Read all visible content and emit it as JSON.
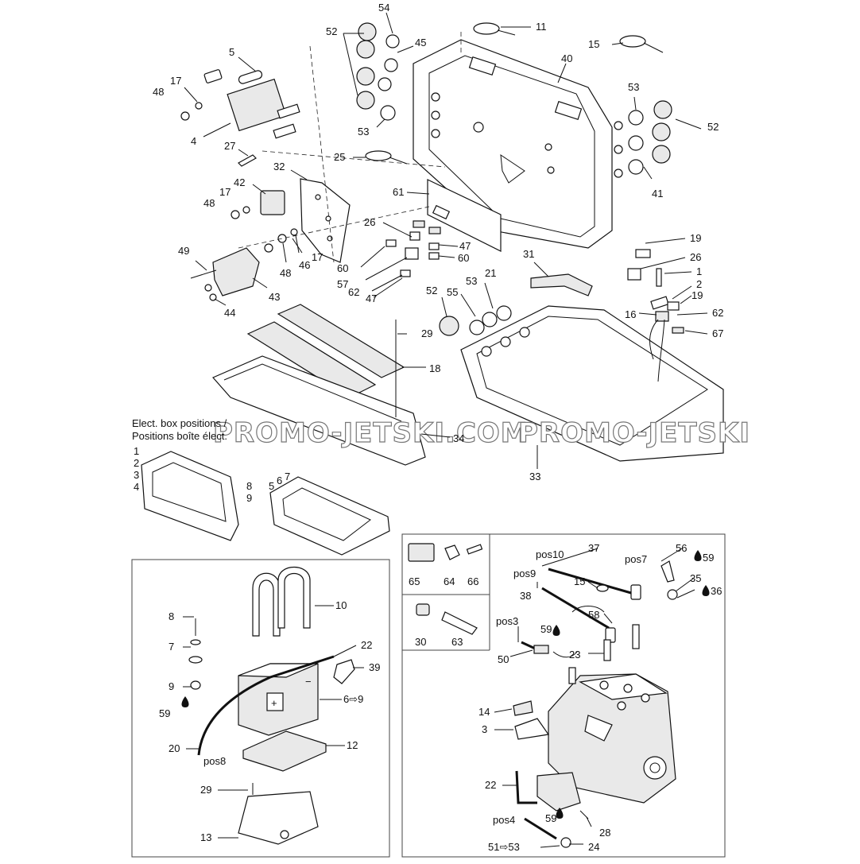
{
  "watermark": {
    "left": "PROMO-JETSKI.COM",
    "right": "PROMO-JETSKI"
  },
  "positions_caption": {
    "line1": "Elect. box positions /",
    "line2": "Positions boîte élect."
  },
  "position_numbers": {
    "left": [
      "1",
      "2",
      "3",
      "4"
    ],
    "right_box": [
      "8",
      "9"
    ],
    "tray": [
      "5",
      "6",
      "7"
    ]
  },
  "callouts": {
    "c5": "5",
    "c17a": "17",
    "c48a": "48",
    "c4": "4",
    "c27": "27",
    "c52a": "52",
    "c54": "54",
    "c45": "45",
    "c53a": "53",
    "c11": "11",
    "c15a": "15",
    "c40": "40",
    "c53b": "53",
    "c52b": "52",
    "c41": "41",
    "c25": "25",
    "c32": "32",
    "c42": "42",
    "c17b": "17",
    "c48b": "48",
    "c61": "61",
    "c26a": "26",
    "c47a": "47",
    "c60a": "60",
    "c60b": "60",
    "c57": "57",
    "c62a": "62",
    "c47b": "47",
    "c49": "49",
    "c43": "43",
    "c44": "44",
    "c46": "46",
    "c48c": "48",
    "c17c": "17",
    "c31": "31",
    "c52c": "52",
    "c55": "55",
    "c53c": "53",
    "c21": "21",
    "c19a": "19",
    "c26b": "26",
    "c1": "1",
    "c2": "2",
    "c19b": "19",
    "c16": "16",
    "c62b": "62",
    "c67": "67",
    "c29a": "29",
    "c18": "18",
    "c34": "34",
    "c33": "33",
    "c10": "10",
    "c8": "8",
    "c7": "7",
    "c22a": "22",
    "c39": "39",
    "c9": "9",
    "c6to9": "6⇨9",
    "c59a": "59",
    "c20": "20",
    "pos8": "pos8",
    "c12": "12",
    "c29b": "29",
    "c13": "13",
    "c65": "65",
    "c64": "64",
    "c66": "66",
    "c30": "30",
    "c63": "63",
    "pos10": "pos10",
    "c37": "37",
    "pos9": "pos9",
    "c38": "38",
    "pos7": "pos7",
    "c56": "56",
    "c59b": "59",
    "c35": "35",
    "c36": "36",
    "c15b": "15",
    "c58": "58",
    "c59c": "59",
    "pos3": "pos3",
    "c50": "50",
    "c23": "23",
    "c14": "14",
    "c3": "3",
    "c22b": "22",
    "c59d": "59",
    "c28": "28",
    "pos4": "pos4",
    "c51to53": "51⇨53",
    "c24": "24"
  },
  "battery_signs": {
    "plus": "+",
    "minus": "−"
  }
}
